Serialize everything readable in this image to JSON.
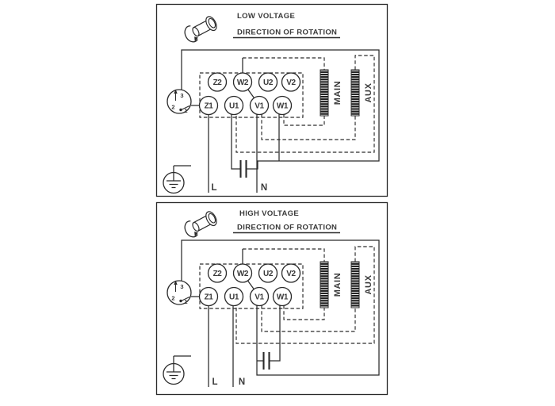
{
  "colors": {
    "line": "#2a2a2a",
    "text": "#3a3a3a",
    "background": "#ffffff"
  },
  "diagrams": [
    {
      "title": "LOW VOLTAGE",
      "rotation_label": "DIRECTION OF ROTATION",
      "terminals_top": [
        "Z2",
        "W2",
        "U2",
        "V2"
      ],
      "terminals_bottom": [
        "Z1",
        "U1",
        "V1",
        "W1"
      ],
      "main_winding_label": "MAIN",
      "aux_winding_label": "AUX",
      "line_label": "L",
      "neutral_label": "N",
      "protector_terminal_1": "1",
      "protector_terminal_2": "2",
      "protector_terminal_3": "3"
    },
    {
      "title": "HIGH VOLTAGE",
      "rotation_label": "DIRECTION OF ROTATION",
      "terminals_top": [
        "Z2",
        "W2",
        "U2",
        "V2"
      ],
      "terminals_bottom": [
        "Z1",
        "U1",
        "V1",
        "W1"
      ],
      "main_winding_label": "MAIN",
      "aux_winding_label": "AUX",
      "line_label": "L",
      "neutral_label": "N",
      "protector_terminal_1": "1",
      "protector_terminal_2": "2",
      "protector_terminal_3": "3"
    }
  ]
}
